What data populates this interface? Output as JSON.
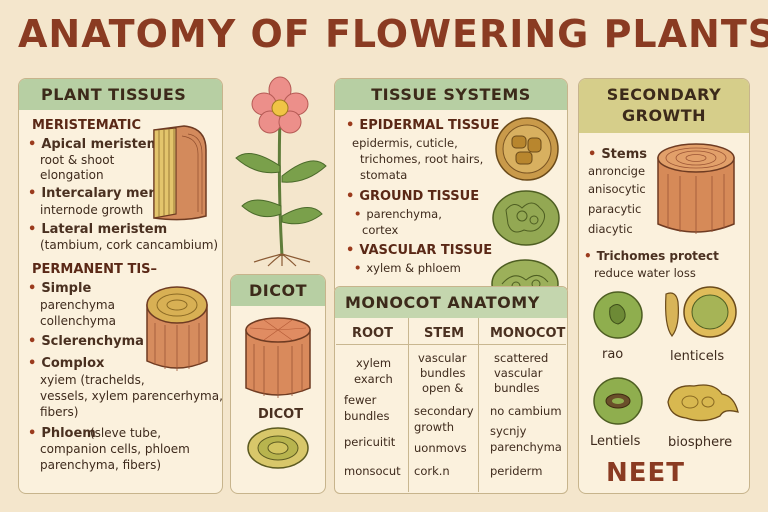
{
  "title": "ANATOMY OF FLOWERING PLANTS",
  "plant_tissues": {
    "heading": "PLANT TISSUES",
    "meristematic": "MERISTEMATIC",
    "apical": "Apical meristem",
    "apical_sub1": "root & shoot",
    "apical_sub2": "elongation",
    "intercalary": "Intercalary meristem",
    "intercalary_sub": "internode growth",
    "lateral": "Lateral meristem",
    "lateral_sub": "(tambium, cork cancambium)",
    "permanent": "PERMANENT TIS–",
    "simple": "Simple",
    "simple_sub1": "parenchyma",
    "simple_sub2": "collenchyma",
    "sclerenchyma": "Sclerenchyma",
    "complex": "Complox",
    "complex_sub1": "xyiem (trachelds,",
    "complex_sub2": "vessels, xylem parencerhyma,",
    "complex_sub3": "fibers)",
    "phloem": "Phloem",
    "phloem_sub0": "(sleve tube,",
    "phloem_sub1": "companion cells, phloem",
    "phloem_sub2": "parenchyma, fibers)"
  },
  "dicot": {
    "heading": "DICOT",
    "label": "DICOT"
  },
  "tissue_systems": {
    "heading": "TISSUE SYSTEMS",
    "epidermal": "EPIDERMAL TISSUE",
    "epidermal_sub1": "epidermis, cuticle,",
    "epidermal_sub2": "trichomes, root hairs,",
    "epidermal_sub3": "stomata",
    "ground": "GROUND TISSUE",
    "ground_sub1": "parenchyma,",
    "ground_sub2": "cortex",
    "vascular": "VASCULAR TISSUE",
    "vascular_sub": "xylem & phloem"
  },
  "monocot_anatomy": {
    "heading": "MONOCOT ANATOMY",
    "columns": [
      "ROOT",
      "STEM",
      "MONOCOT"
    ],
    "root": [
      "xylem",
      "exarch",
      "fewer",
      "bundles",
      "pericuitit",
      "monsocut"
    ],
    "stem": [
      "vascular",
      "bundles",
      "open &",
      "secondary",
      "growth",
      "uonmovs",
      "cork.n"
    ],
    "monocot": [
      "scattered",
      "vascular",
      "bundles",
      "no cambium",
      "sycnjy",
      "parenchyma",
      "periderm"
    ]
  },
  "secondary_growth": {
    "heading1": "SECONDARY",
    "heading2": "GROWTH",
    "stems": "Stems",
    "items": [
      "anroncige",
      "anisocytic",
      "paracytic",
      "diacytic"
    ],
    "trichomes1": "Trichomes  protect",
    "trichomes2": "reduce water loss",
    "label_rao": "rao",
    "label_lenticels": "lenticels",
    "label_lentiels": "Lentiels",
    "label_biosphere": "biosphere",
    "neet": "NEET"
  }
}
